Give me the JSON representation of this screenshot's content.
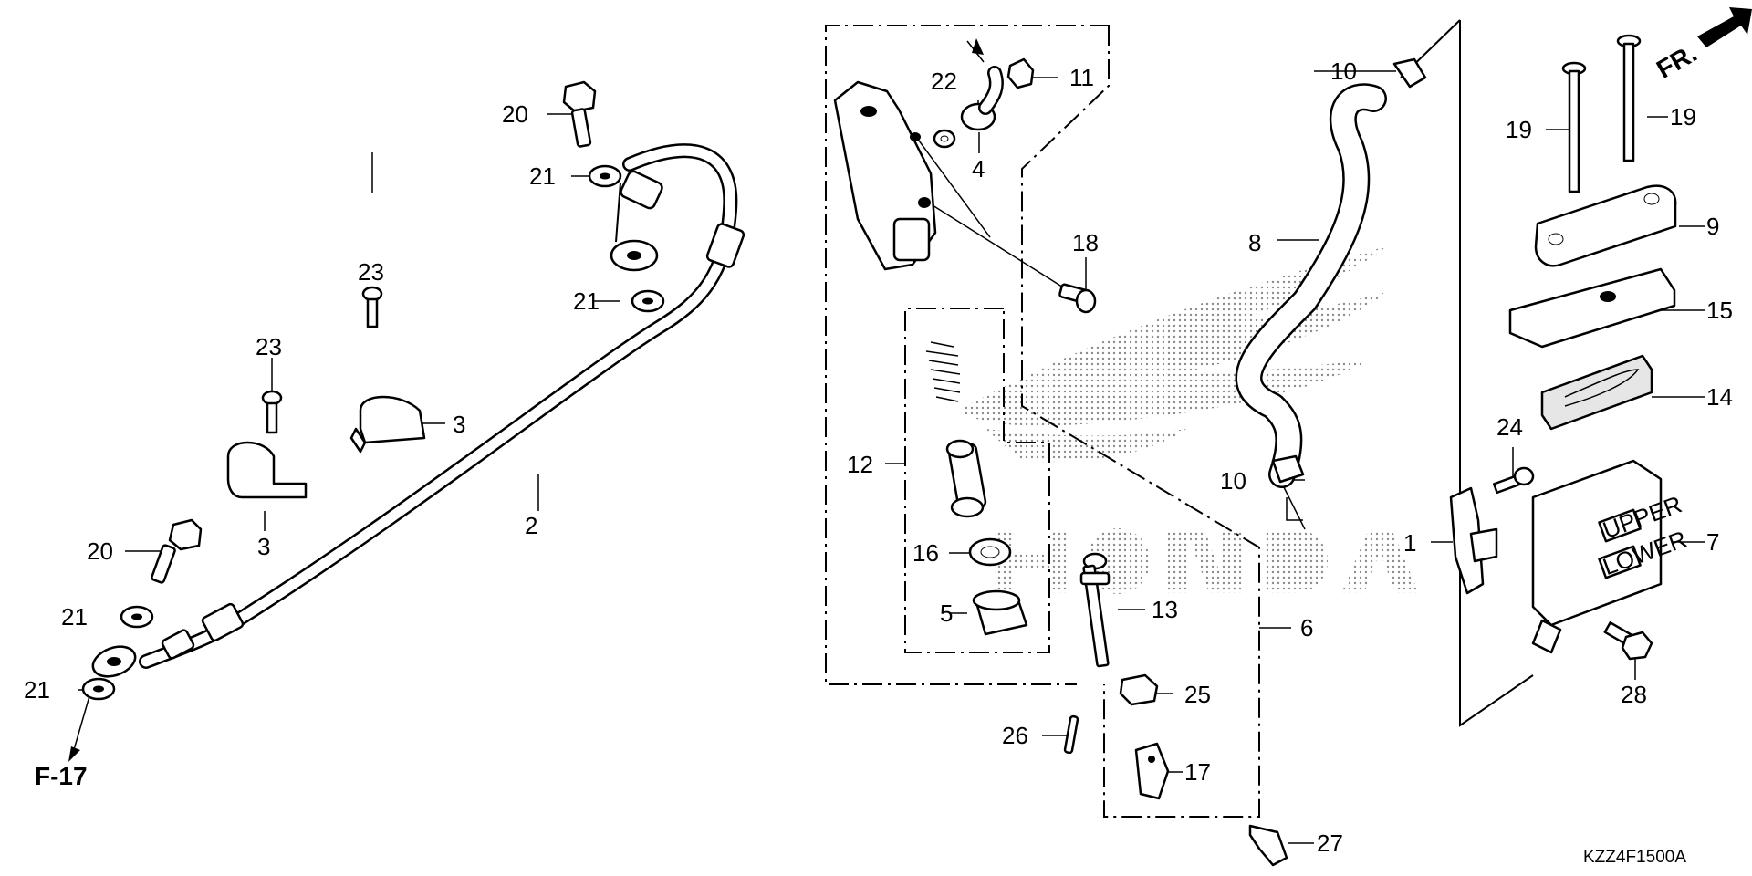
{
  "diagram": {
    "code": "KZZ4F1500A",
    "direction_label": "FR.",
    "ref_label": "F-17",
    "reservoir_marks": {
      "upper": "UPPER",
      "lower": "LOWER"
    },
    "callouts": {
      "c1": "1",
      "c2": "2",
      "c3a": "3",
      "c3b": "3",
      "c4": "4",
      "c5": "5",
      "c6": "6",
      "c7": "7",
      "c8": "8",
      "c9": "9",
      "c10a": "10",
      "c10b": "10",
      "c11": "11",
      "c12": "12",
      "c13": "13",
      "c14": "14",
      "c15": "15",
      "c16": "16",
      "c17": "17",
      "c18": "18",
      "c19a": "19",
      "c19b": "19",
      "c20a": "20",
      "c20b": "20",
      "c21a": "21",
      "c21b": "21",
      "c21c": "21",
      "c21d": "21",
      "c22": "22",
      "c23a": "23",
      "c23b": "23",
      "c24": "24",
      "c25": "25",
      "c26": "26",
      "c27": "27",
      "c28": "28"
    }
  }
}
